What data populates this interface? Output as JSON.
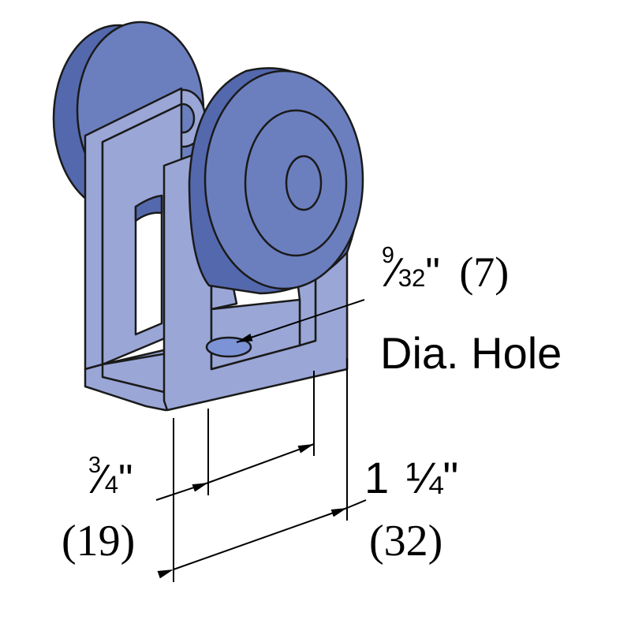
{
  "hole": {
    "size_num": "9",
    "size_den": "32",
    "size_inch_mark": "\"",
    "size_metric": "(7)",
    "caption": "Dia. Hole"
  },
  "dim_inner": {
    "num": "3",
    "den": "4",
    "inch_mark": "\"",
    "metric": "(19)"
  },
  "dim_outer": {
    "whole": "1",
    "fraction": "¼",
    "inch_mark": "\"",
    "metric": "(32)"
  },
  "colors": {
    "part_fill": "#6b7fbf",
    "part_light": "#9aa6d6",
    "part_dark": "#5468ad",
    "outline": "#1a1a1a",
    "hole_fill": "#7c93d6"
  }
}
